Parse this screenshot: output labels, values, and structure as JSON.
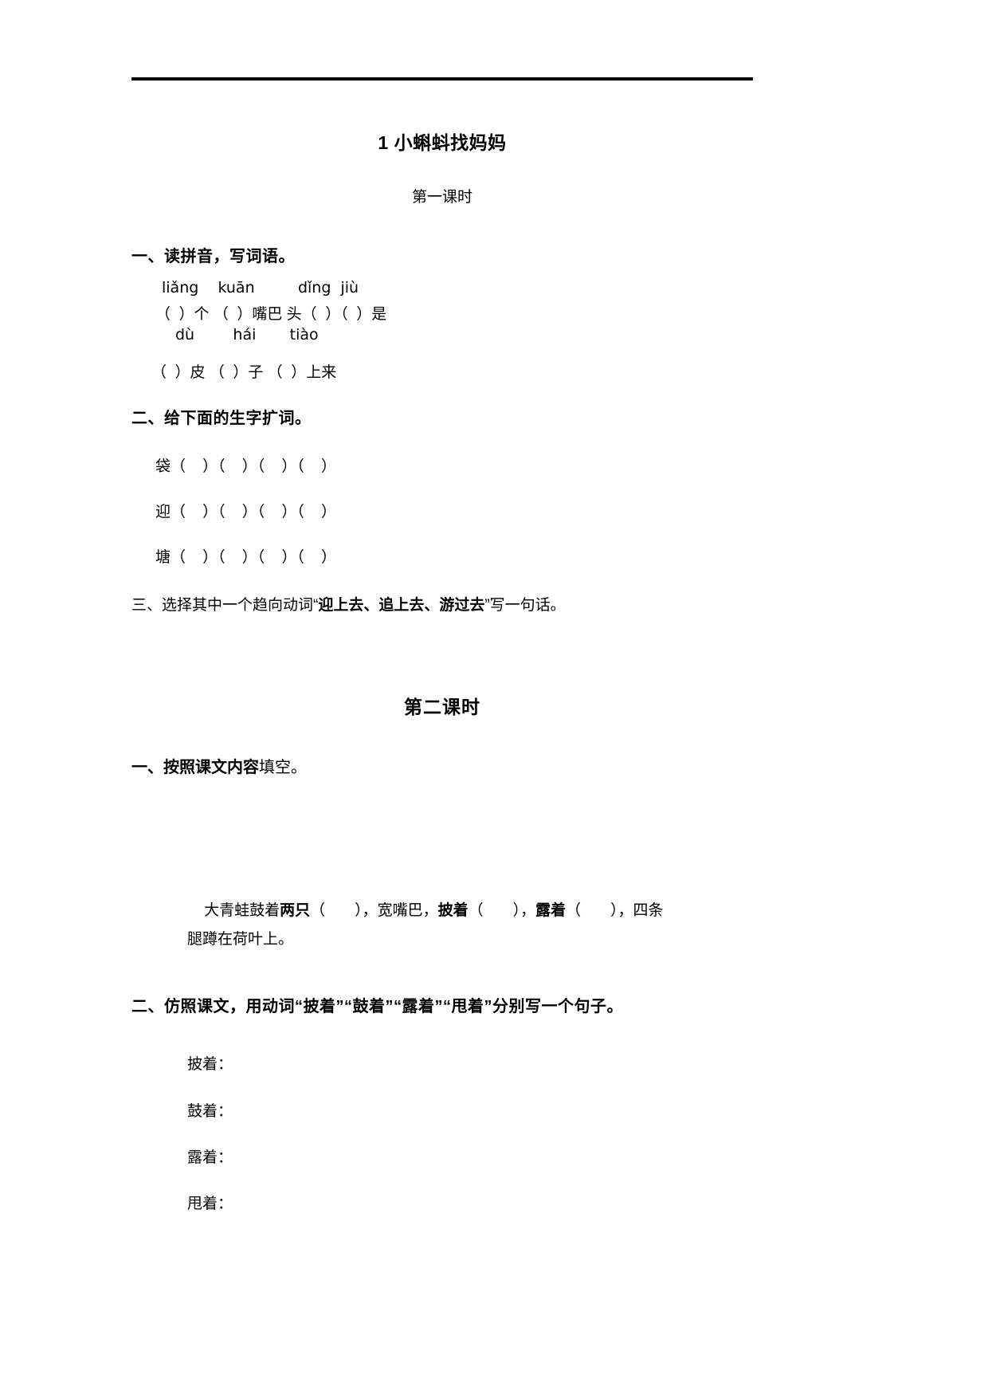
{
  "document": {
    "title": "1  小蝌蚪找妈妈",
    "rule_color": "#000000"
  },
  "period_one": {
    "label": "第一课时",
    "q1": {
      "number_bold": "一、读拼音，写词语。",
      "pinyin_line_1": "liǎng    kuān         dǐng  jiù",
      "hanzi_line_1": "（  ）个 （  ）嘴巴 头（  ）（  ）是",
      "pinyin_line_2": "dù        hái       tiào",
      "hanzi_line_2": "（  ）皮 （  ）子 （  ）上来"
    },
    "q2": {
      "number_bold": "二、给下面的生字扩词。",
      "rows": [
        "袋（    ）（    ）（    ）（    ）",
        "迎（    ）（    ）（    ）（    ）",
        "塘（    ）（    ）（    ）（    ）"
      ]
    },
    "q3": {
      "prefix": "三、选择其中一个趋向动词“",
      "bold": "迎上去、追上去、游过去",
      "suffix": "”写一句话。"
    }
  },
  "period_two": {
    "label": "第二课时",
    "q1": {
      "bold_part": "一、按照课文内容",
      "normal_part": "填空。",
      "sentence_line_1_a": "大青蛙鼓着",
      "sentence_line_1_b": "两只",
      "sentence_line_1_c": "（       ），宽嘴巴，",
      "sentence_line_1_d": "披着",
      "sentence_line_1_e": "（       ），",
      "sentence_line_1_f": "露着",
      "sentence_line_1_g": "（       ），四条",
      "sentence_line_2": "腿蹲在荷叶上。"
    },
    "q2": {
      "heading": "二、仿照课文，用动词“披着”“鼓着”“露着”“甩着”分别写一个句子。",
      "prompts": [
        "披着：",
        "鼓着：",
        "露着：",
        "甩着："
      ]
    }
  }
}
